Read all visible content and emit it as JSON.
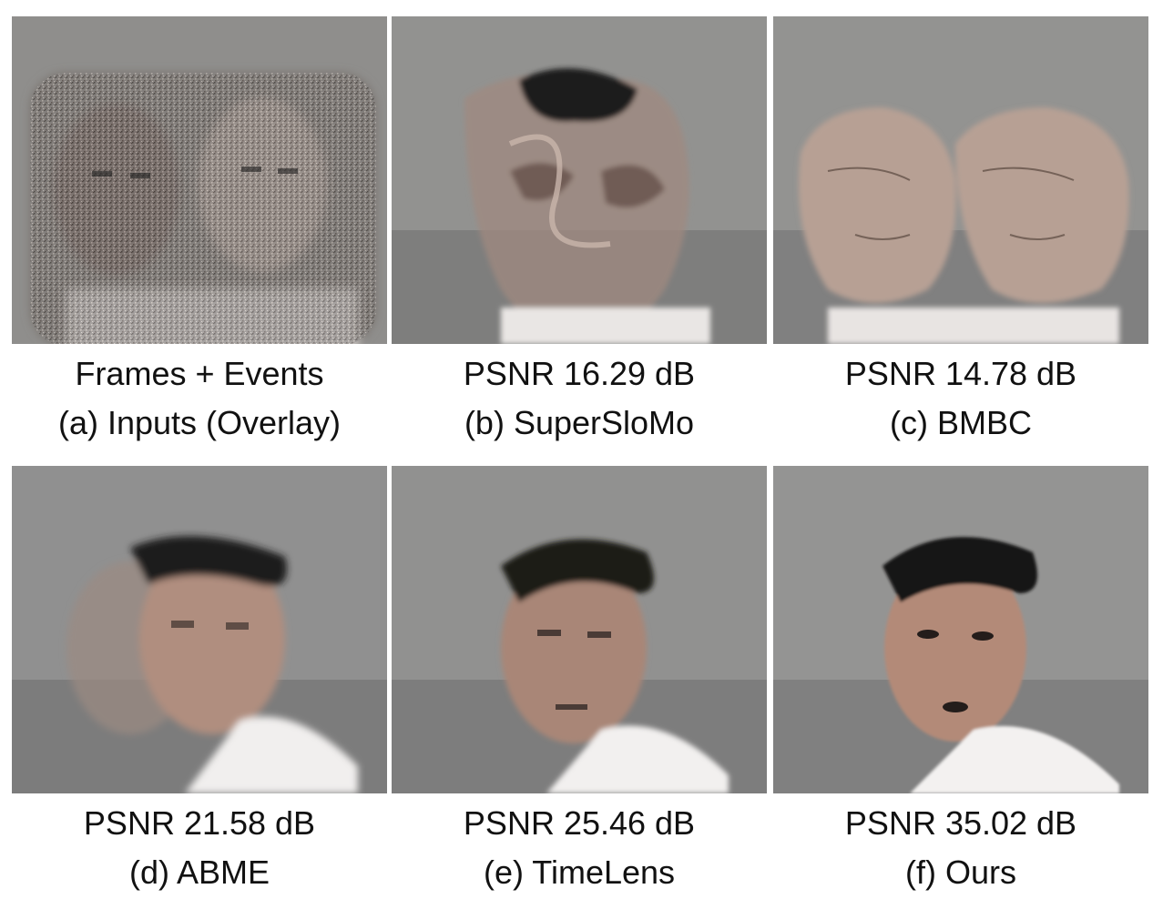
{
  "panels": [
    {
      "metric": "Frames + Events",
      "label": "(a) Inputs (Overlay)"
    },
    {
      "metric": "PSNR 16.29 dB",
      "label": "(b) SuperSloMo"
    },
    {
      "metric": "PSNR 14.78 dB",
      "label": "(c) BMBC"
    },
    {
      "metric": "PSNR 21.58 dB",
      "label": "(d) ABME"
    },
    {
      "metric": "PSNR 25.46 dB",
      "label": "(e) TimeLens"
    },
    {
      "metric": "PSNR 35.02 dB",
      "label": "(f) Ours"
    }
  ]
}
